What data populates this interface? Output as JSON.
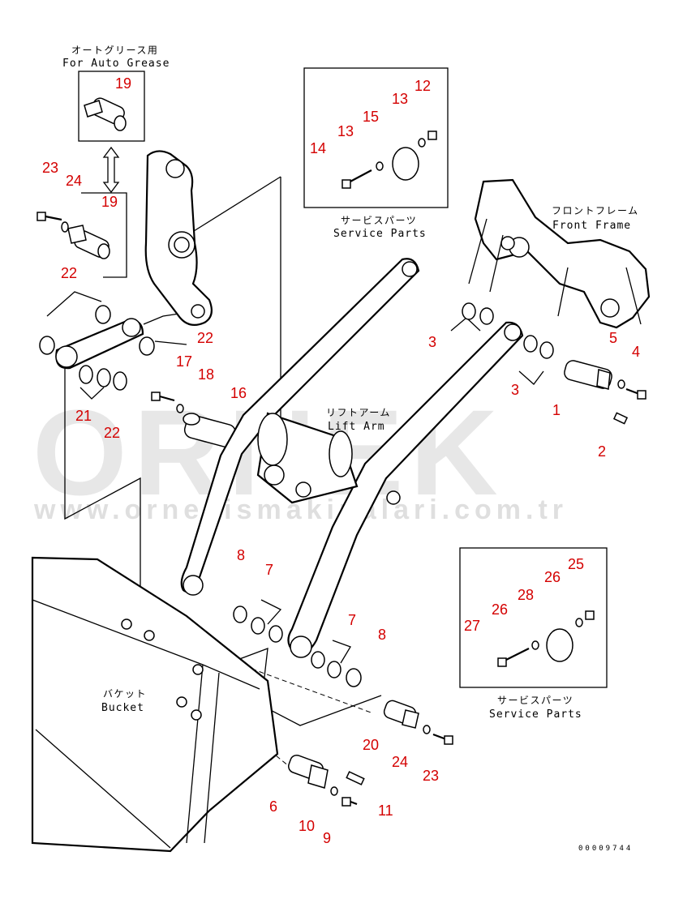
{
  "labels": {
    "auto_grease_jp": "オートグリース用",
    "auto_grease_en": "For Auto Grease",
    "service_parts_jp": "サービスパーツ",
    "service_parts_en": "Service Parts",
    "front_frame_jp": "フロントフレーム",
    "front_frame_en": "Front Frame",
    "lift_arm_jp": "リフトアーム",
    "lift_arm_en": "Lift Arm",
    "bucket_jp": "バケット",
    "bucket_en": "Bucket",
    "drawing_code": "00009744"
  },
  "watermark": {
    "brand": "ORNEK",
    "url": "www.ornekismakinalari.com.tr"
  },
  "callouts": [
    "19",
    "23",
    "24",
    "19",
    "22",
    "22",
    "17",
    "18",
    "16",
    "21",
    "22",
    "14",
    "13",
    "15",
    "13",
    "12",
    "3",
    "3",
    "5",
    "4",
    "1",
    "2",
    "8",
    "7",
    "7",
    "8",
    "27",
    "26",
    "28",
    "26",
    "25",
    "20",
    "24",
    "23",
    "6",
    "10",
    "9",
    "11"
  ],
  "colors": {
    "callout": "#d40000",
    "watermark": "#b9b9b9"
  }
}
